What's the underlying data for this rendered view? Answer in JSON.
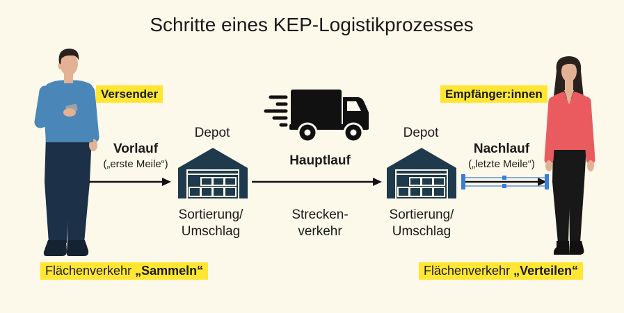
{
  "title": "Schritte eines KEP-Logistikprozesses",
  "sender": {
    "label": "Versender",
    "area_prefix": "Flächenverkehr",
    "area_emphasis": "„Sammeln“"
  },
  "vorlauf": {
    "label": "Vorlauf",
    "note": "(„erste Meile“)"
  },
  "depot_left": {
    "label": "Depot",
    "caption": [
      "Sortierung/",
      "Umschlag"
    ]
  },
  "hauptlauf": {
    "label": "Hauptlauf",
    "caption": [
      "Strecken-",
      "verkehr"
    ]
  },
  "depot_right": {
    "label": "Depot",
    "caption": [
      "Sortierung/",
      "Umschlag"
    ]
  },
  "nachlauf": {
    "label": "Nachlauf",
    "note": "(„letzte Meile“)"
  },
  "recipient": {
    "label": "Empfänger:innen",
    "area_prefix": "Flächenverkehr",
    "area_emphasis": "„Verteilen“"
  },
  "icons": {
    "sender": "man-with-phone-icon",
    "recipient": "woman-icon",
    "truck": "truck-icon",
    "depot": "warehouse-icon",
    "arrow": "arrow-right-icon"
  },
  "colors": {
    "background": "#fcf8ea",
    "text": "#1a1a1a",
    "highlight": "#fee633",
    "depot": "#1e3a4c",
    "truck": "#111111",
    "arrow": "#111111",
    "selection": "#3b7ddd",
    "skin": "#e3b294",
    "hair": "#2a211e",
    "phone": "#9aa3aa",
    "sender_shirt": "#4a86b8",
    "sender_pants": "#1c3048",
    "sender_shoes": "#152232",
    "recipient_top": "#e95b5e",
    "recipient_pants": "#181818",
    "recipient_shoes": "#111111"
  }
}
